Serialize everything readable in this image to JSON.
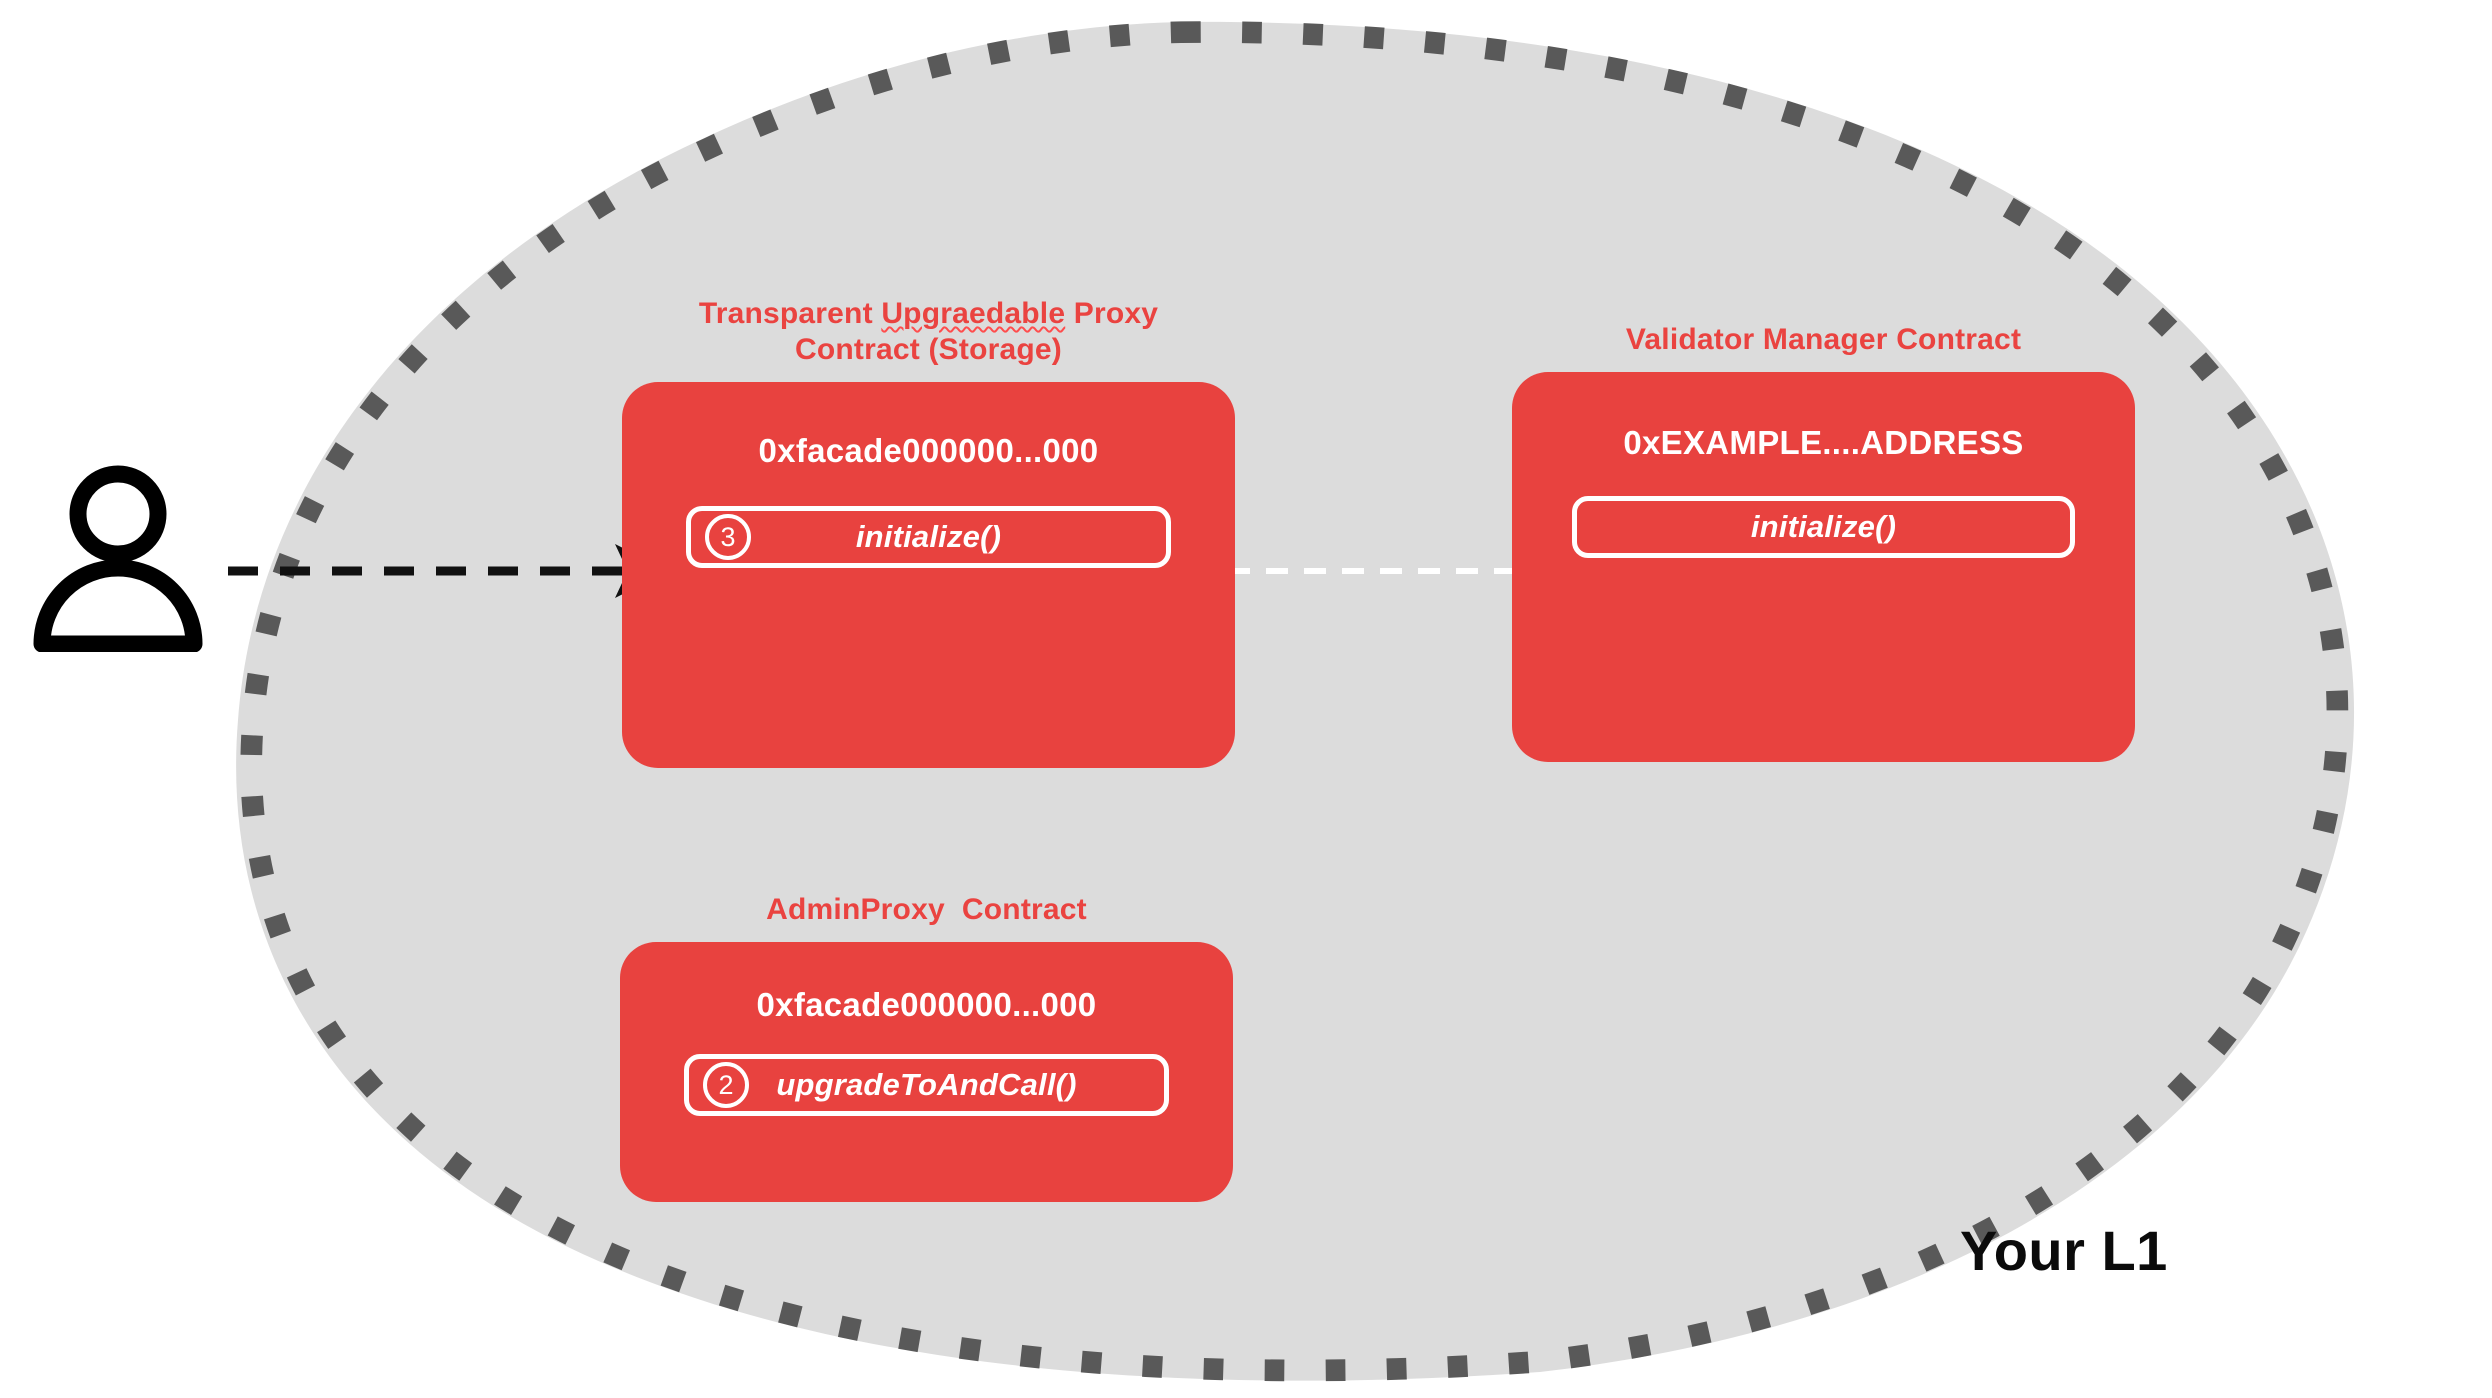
{
  "diagram": {
    "network_label": "Your L1",
    "actor": {
      "icon": "user-icon"
    },
    "colors": {
      "accent_red": "#E8423F",
      "title_red": "#EA4340",
      "blob_fill": "#DCDCDC",
      "blob_border": "#595959",
      "arrow_black": "#111111",
      "arrow_white": "#FFFFFF"
    },
    "contracts": [
      {
        "id": "transparent-upgradeable-proxy",
        "title_line1_before": "Transparent ",
        "title_line1_misspelled": "Upgraedable",
        "title_line1_after": " Proxy",
        "title_line2": "Contract (Storage)",
        "address": "0xfacade000000...000",
        "function": {
          "badge": "3",
          "label": "initialize()"
        }
      },
      {
        "id": "validator-manager",
        "title": "Validator Manager Contract",
        "address": "0xEXAMPLE....ADDRESS",
        "function": {
          "badge": "",
          "label": "initialize()"
        }
      },
      {
        "id": "admin-proxy",
        "title": "AdminProxy  Contract",
        "address": "0xfacade000000...000",
        "function": {
          "badge": "2",
          "label": "upgradeToAndCall()"
        }
      }
    ],
    "arrows": [
      {
        "id": "user-to-proxy",
        "style": "dashed",
        "color": "#111111"
      },
      {
        "id": "proxy-to-vmc",
        "style": "dashed",
        "color": "#FFFFFF"
      }
    ]
  }
}
